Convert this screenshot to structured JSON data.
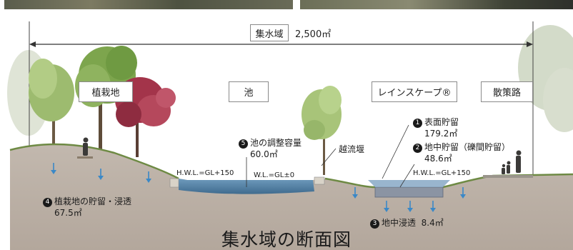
{
  "header": {
    "catchment_label": "集水域",
    "catchment_area": "2,500㎡"
  },
  "zones": [
    {
      "id": "planting",
      "label": "植栽地"
    },
    {
      "id": "pond",
      "label": "池"
    },
    {
      "id": "rainscape",
      "label": "レインスケープ®"
    },
    {
      "id": "path",
      "label": "散策路"
    }
  ],
  "annotations": {
    "surface_storage": {
      "num": "1",
      "label": "表面貯留",
      "value": "179.2㎡"
    },
    "underground_storage": {
      "num": "2",
      "label": "地中貯留（礫間貯留）",
      "value": "48.6㎡"
    },
    "infiltration": {
      "num": "3",
      "label": "地中浸透",
      "value": "8.4㎡"
    },
    "planting_storage": {
      "num": "4",
      "label": "植栽地の貯留・浸透",
      "value": "67.5㎡"
    },
    "pond_capacity": {
      "num": "5",
      "label": "池の調整容量",
      "value": "60.0㎡"
    },
    "weir": "越流堰",
    "hwl_pond": "H.W.L.=GL+150",
    "wl_pond": "W.L.=GL±0",
    "hwl_rainscape": "H.W.L.=GL+150"
  },
  "footer": {
    "title": "集水域の断面図"
  },
  "colors": {
    "ground": "#b9aea4",
    "soil_dark": "#a59a90",
    "water": "#5b86a8",
    "sky": "#ffffff",
    "tree_green": "#6f9a4a",
    "tree_red": "#a3344a",
    "arrow": "#3a88c7"
  }
}
